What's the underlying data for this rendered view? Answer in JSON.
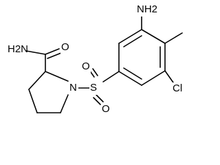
{
  "molecule": {
    "atoms": {
      "amine_primary": "NH2",
      "amide_nitrogen": "H2N",
      "amide_oxygen": "O",
      "ring_nitrogen": "N",
      "sulfur": "S",
      "sulfonyl_oxygen_top": "O",
      "sulfonyl_oxygen_bottom": "O",
      "chlorine": "Cl"
    }
  }
}
